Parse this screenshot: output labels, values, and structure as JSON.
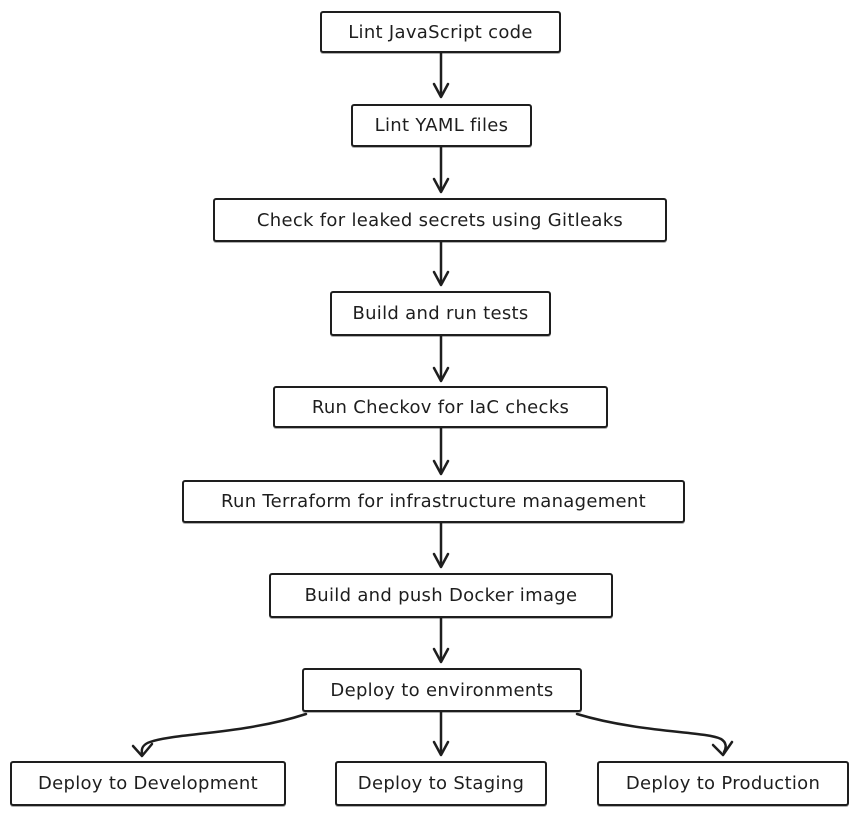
{
  "diagram": {
    "type": "flowchart",
    "style": "hand-drawn",
    "background_color": "#ffffff",
    "stroke_color": "#1e1e1e",
    "node_fill_color": "#ffffff",
    "nodes": [
      {
        "id": "lint-js",
        "label": "Lint JavaScript code"
      },
      {
        "id": "lint-yaml",
        "label": "Lint YAML files"
      },
      {
        "id": "gitleaks",
        "label": "Check for leaked secrets using Gitleaks"
      },
      {
        "id": "build-tests",
        "label": "Build and run tests"
      },
      {
        "id": "checkov",
        "label": "Run Checkov for IaC checks"
      },
      {
        "id": "terraform",
        "label": "Run Terraform for infrastructure management"
      },
      {
        "id": "docker",
        "label": "Build and push Docker image"
      },
      {
        "id": "deploy-env",
        "label": "Deploy to environments"
      },
      {
        "id": "deploy-dev",
        "label": "Deploy to Development"
      },
      {
        "id": "deploy-staging",
        "label": "Deploy to Staging"
      },
      {
        "id": "deploy-prod",
        "label": "Deploy to Production"
      }
    ],
    "edges": [
      {
        "from": "lint-js",
        "to": "lint-yaml"
      },
      {
        "from": "lint-yaml",
        "to": "gitleaks"
      },
      {
        "from": "gitleaks",
        "to": "build-tests"
      },
      {
        "from": "build-tests",
        "to": "checkov"
      },
      {
        "from": "checkov",
        "to": "terraform"
      },
      {
        "from": "terraform",
        "to": "docker"
      },
      {
        "from": "docker",
        "to": "deploy-env"
      },
      {
        "from": "deploy-env",
        "to": "deploy-dev"
      },
      {
        "from": "deploy-env",
        "to": "deploy-staging"
      },
      {
        "from": "deploy-env",
        "to": "deploy-prod"
      }
    ]
  }
}
